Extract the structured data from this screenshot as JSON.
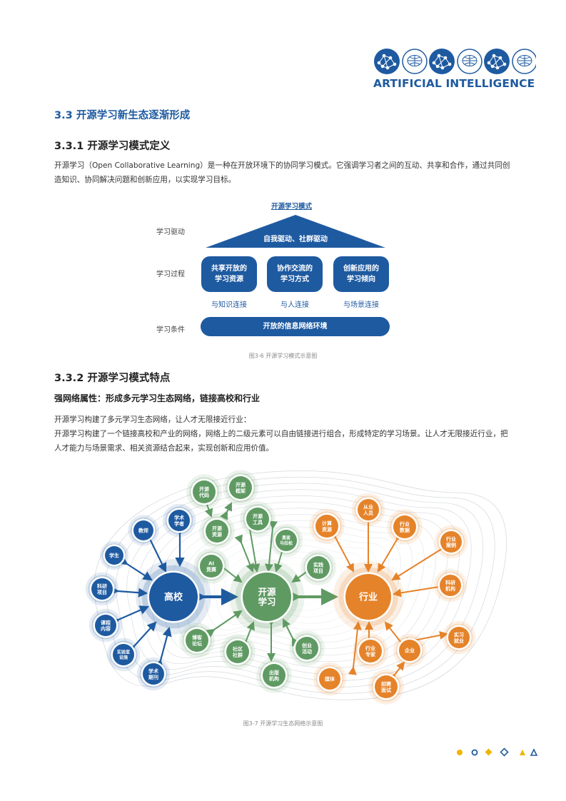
{
  "header": {
    "brand_text": "ARTIFICIAL INTELLIGENCE",
    "brand_color": "#1e5aa0"
  },
  "section": {
    "title": "3.3 开源学习新生态逐渐形成",
    "sub1_title": "3.3.1 开源学习模式定义",
    "sub1_para": "开源学习（Open Collaborative Learning）是一种在开放环境下的协同学习模式。它强调学习者之间的互动、共享和合作，通过共同创造知识、协同解决问题和创新应用，以实现学习目标。",
    "sub2_title": "3.3.2 开源学习模式特点",
    "sub2_heading": "强网络属性：形成多元学习生态网络，链接高校和行业",
    "sub2_para1": "开源学习构建了多元学习生态网络，让人才无限接近行业：",
    "sub2_para2": "开源学习构建了一个链接高校和产业的网络，网络上的二级元素可以自由链接进行组合，形成特定的学习场景。让人才无限接近行业，把人才能力与场景需求、相关资源结合起来，实现创新和应用价值。"
  },
  "model_diagram": {
    "title": "开源学习模式",
    "row_labels": {
      "drive": "学习驱动",
      "process": "学习过程",
      "condition": "学习条件"
    },
    "roof_text": "自我驱动、社群驱动",
    "boxes": [
      {
        "line1": "共享开放的",
        "line2": "学习资源",
        "sub": "与知识连接"
      },
      {
        "line1": "协作交流的",
        "line2": "学习方式",
        "sub": "与人连接"
      },
      {
        "line1": "创新应用的",
        "line2": "学习倾向",
        "sub": "与场景连接"
      }
    ],
    "base_text": "开放的信息网络环境",
    "caption": "图3-6  开源学习模式示意图"
  },
  "network_diagram": {
    "caption": "图3-7  开源学习生态网络示意图",
    "colors": {
      "blue": "#1e5aa0",
      "green": "#5f9a63",
      "orange": "#e5832a"
    },
    "hubs": {
      "university": "高校",
      "open": [
        "开源",
        "学习"
      ],
      "industry": "行业"
    },
    "blue_nodes": [
      [
        "教师"
      ],
      [
        "学术",
        "学者"
      ],
      [
        "学生"
      ],
      [
        "科研",
        "项目"
      ],
      [
        "课程",
        "内容"
      ],
      [
        "实验室",
        "设施"
      ],
      [
        "学术",
        "期刊"
      ]
    ],
    "green_nodes": [
      [
        "开源",
        "代码"
      ],
      [
        "开源",
        "框架"
      ],
      [
        "开源",
        "工具"
      ],
      [
        "开源",
        "资源"
      ],
      [
        "黑客",
        "马拉松"
      ],
      [
        "AI",
        "竞赛"
      ],
      [
        "实践",
        "项目"
      ],
      [
        "博客",
        "论坛"
      ],
      [
        "社区",
        "社群"
      ],
      [
        "创业",
        "活动"
      ],
      [
        "出版",
        "机构"
      ]
    ],
    "orange_nodes": [
      [
        "计算",
        "资源"
      ],
      [
        "从业",
        "人员"
      ],
      [
        "行业",
        "数据"
      ],
      [
        "行业",
        "案例"
      ],
      [
        "科研",
        "机构"
      ],
      [
        "实习",
        "就业"
      ],
      [
        "行业",
        "专家"
      ],
      [
        "企业"
      ],
      [
        "媒体"
      ],
      [
        "招聘",
        "面试"
      ]
    ]
  },
  "footer": {
    "shape_colors": [
      "#f0b400",
      "#1e5aa0",
      "#f0b400",
      "#1e5aa0",
      "#f0b400",
      "#1e5aa0"
    ]
  }
}
